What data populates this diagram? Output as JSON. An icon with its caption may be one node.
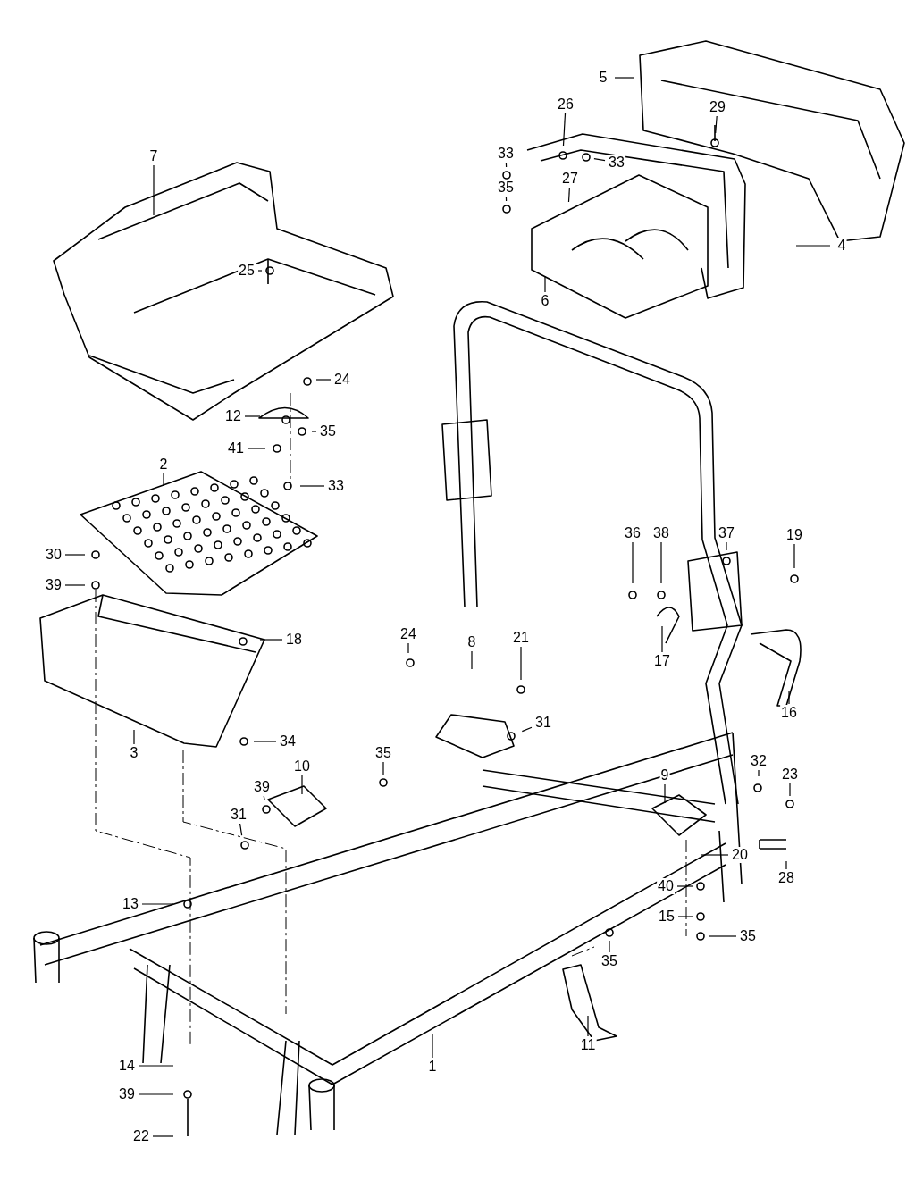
{
  "diagram": {
    "nodes": [
      {
        "text": [
          "5"
        ]
      },
      {
        "text": [
          "26"
        ]
      },
      {
        "text": [
          "29"
        ]
      },
      {
        "text": [
          "33"
        ]
      },
      {
        "text": [
          "33"
        ]
      },
      {
        "text": [
          "27"
        ]
      },
      {
        "text": [
          "7"
        ]
      },
      {
        "text": [
          "35"
        ]
      },
      {
        "text": [
          "4"
        ]
      },
      {
        "text": [
          "25"
        ]
      },
      {
        "text": [
          "6"
        ]
      },
      {
        "text": [
          "24"
        ]
      },
      {
        "text": [
          "12"
        ]
      },
      {
        "text": [
          "35"
        ]
      },
      {
        "text": [
          "41"
        ]
      },
      {
        "text": [
          "2"
        ]
      },
      {
        "text": [
          "33"
        ]
      },
      {
        "text": [
          "36"
        ]
      },
      {
        "text": [
          "38"
        ]
      },
      {
        "text": [
          "37"
        ]
      },
      {
        "text": [
          "19"
        ]
      },
      {
        "text": [
          "30"
        ]
      },
      {
        "text": [
          "39"
        ]
      },
      {
        "text": [
          "18"
        ]
      },
      {
        "text": [
          "24"
        ]
      },
      {
        "text": [
          "8"
        ]
      },
      {
        "text": [
          "21"
        ]
      },
      {
        "text": [
          "17"
        ]
      },
      {
        "text": [
          "16"
        ]
      },
      {
        "text": [
          "31"
        ]
      },
      {
        "text": [
          "34"
        ]
      },
      {
        "text": [
          "3"
        ]
      },
      {
        "text": [
          "35"
        ]
      },
      {
        "text": [
          "32"
        ]
      },
      {
        "text": [
          "23"
        ]
      },
      {
        "text": [
          "9"
        ]
      },
      {
        "text": [
          "39"
        ]
      },
      {
        "text": [
          "10"
        ]
      },
      {
        "text": [
          "31"
        ]
      },
      {
        "text": [
          "28"
        ]
      },
      {
        "text": [
          "20"
        ]
      },
      {
        "text": [
          "40"
        ]
      },
      {
        "text": [
          "13"
        ]
      },
      {
        "text": [
          "15"
        ]
      },
      {
        "text": [
          "35"
        ]
      },
      {
        "text": [
          "35"
        ]
      },
      {
        "text": [
          "11"
        ]
      },
      {
        "text": [
          "1"
        ]
      },
      {
        "text": [
          "14"
        ]
      },
      {
        "text": [
          "39"
        ]
      },
      {
        "text": [
          "22"
        ]
      }
    ],
    "edges": [
      {
        "from": 0,
        "to": null,
        "arrow": "none"
      },
      {
        "from": 1,
        "to": null,
        "arrow": "none"
      },
      {
        "from": 2,
        "to": null,
        "arrow": "none"
      },
      {
        "from": 3,
        "to": null,
        "arrow": "none"
      },
      {
        "from": 4,
        "to": null,
        "arrow": "none"
      },
      {
        "from": 5,
        "to": null,
        "arrow": "none"
      },
      {
        "from": 6,
        "to": null,
        "arrow": "none"
      },
      {
        "from": 7,
        "to": null,
        "arrow": "none"
      },
      {
        "from": 8,
        "to": null,
        "arrow": "none"
      },
      {
        "from": 9,
        "to": null,
        "arrow": "none"
      },
      {
        "from": 10,
        "to": null,
        "arrow": "none"
      },
      {
        "from": 11,
        "to": null,
        "arrow": "none"
      },
      {
        "from": 12,
        "to": null,
        "arrow": "none"
      },
      {
        "from": 13,
        "to": null,
        "arrow": "none"
      },
      {
        "from": 14,
        "to": null,
        "arrow": "none"
      },
      {
        "from": 15,
        "to": null,
        "arrow": "none"
      },
      {
        "from": 16,
        "to": null,
        "arrow": "none"
      },
      {
        "from": 17,
        "to": null,
        "arrow": "none"
      },
      {
        "from": 18,
        "to": null,
        "arrow": "none"
      },
      {
        "from": 19,
        "to": null,
        "arrow": "none"
      },
      {
        "from": 20,
        "to": null,
        "arrow": "none"
      },
      {
        "from": 21,
        "to": null,
        "arrow": "none"
      },
      {
        "from": 22,
        "to": null,
        "arrow": "none"
      },
      {
        "from": 23,
        "to": null,
        "arrow": "none"
      },
      {
        "from": 24,
        "to": null,
        "arrow": "none"
      },
      {
        "from": 25,
        "to": null,
        "arrow": "none"
      },
      {
        "from": 26,
        "to": null,
        "arrow": "none"
      },
      {
        "from": 27,
        "to": null,
        "arrow": "none"
      },
      {
        "from": 28,
        "to": null,
        "arrow": "none"
      },
      {
        "from": 29,
        "to": null,
        "arrow": "none"
      },
      {
        "from": 30,
        "to": null,
        "arrow": "none"
      },
      {
        "from": 31,
        "to": null,
        "arrow": "none"
      },
      {
        "from": 32,
        "to": null,
        "arrow": "none"
      },
      {
        "from": 33,
        "to": null,
        "arrow": "none"
      },
      {
        "from": 34,
        "to": null,
        "arrow": "none"
      },
      {
        "from": 35,
        "to": null,
        "arrow": "none"
      },
      {
        "from": 36,
        "to": null,
        "arrow": "none"
      },
      {
        "from": 37,
        "to": null,
        "arrow": "none"
      },
      {
        "from": 38,
        "to": null,
        "arrow": "none"
      },
      {
        "from": 39,
        "to": null,
        "arrow": "none"
      },
      {
        "from": 40,
        "to": null,
        "arrow": "none"
      },
      {
        "from": 41,
        "to": null,
        "arrow": "none"
      },
      {
        "from": 42,
        "to": null,
        "arrow": "none"
      },
      {
        "from": 43,
        "to": null,
        "arrow": "none"
      },
      {
        "from": 44,
        "to": null,
        "arrow": "none"
      },
      {
        "from": 45,
        "to": null,
        "arrow": "none"
      },
      {
        "from": 46,
        "to": null,
        "arrow": "none"
      },
      {
        "from": 47,
        "to": null,
        "arrow": "none"
      },
      {
        "from": 48,
        "to": null,
        "arrow": "none"
      },
      {
        "from": 49,
        "to": null,
        "arrow": "none"
      },
      {
        "from": 50,
        "to": null,
        "arrow": "none"
      }
    ]
  }
}
